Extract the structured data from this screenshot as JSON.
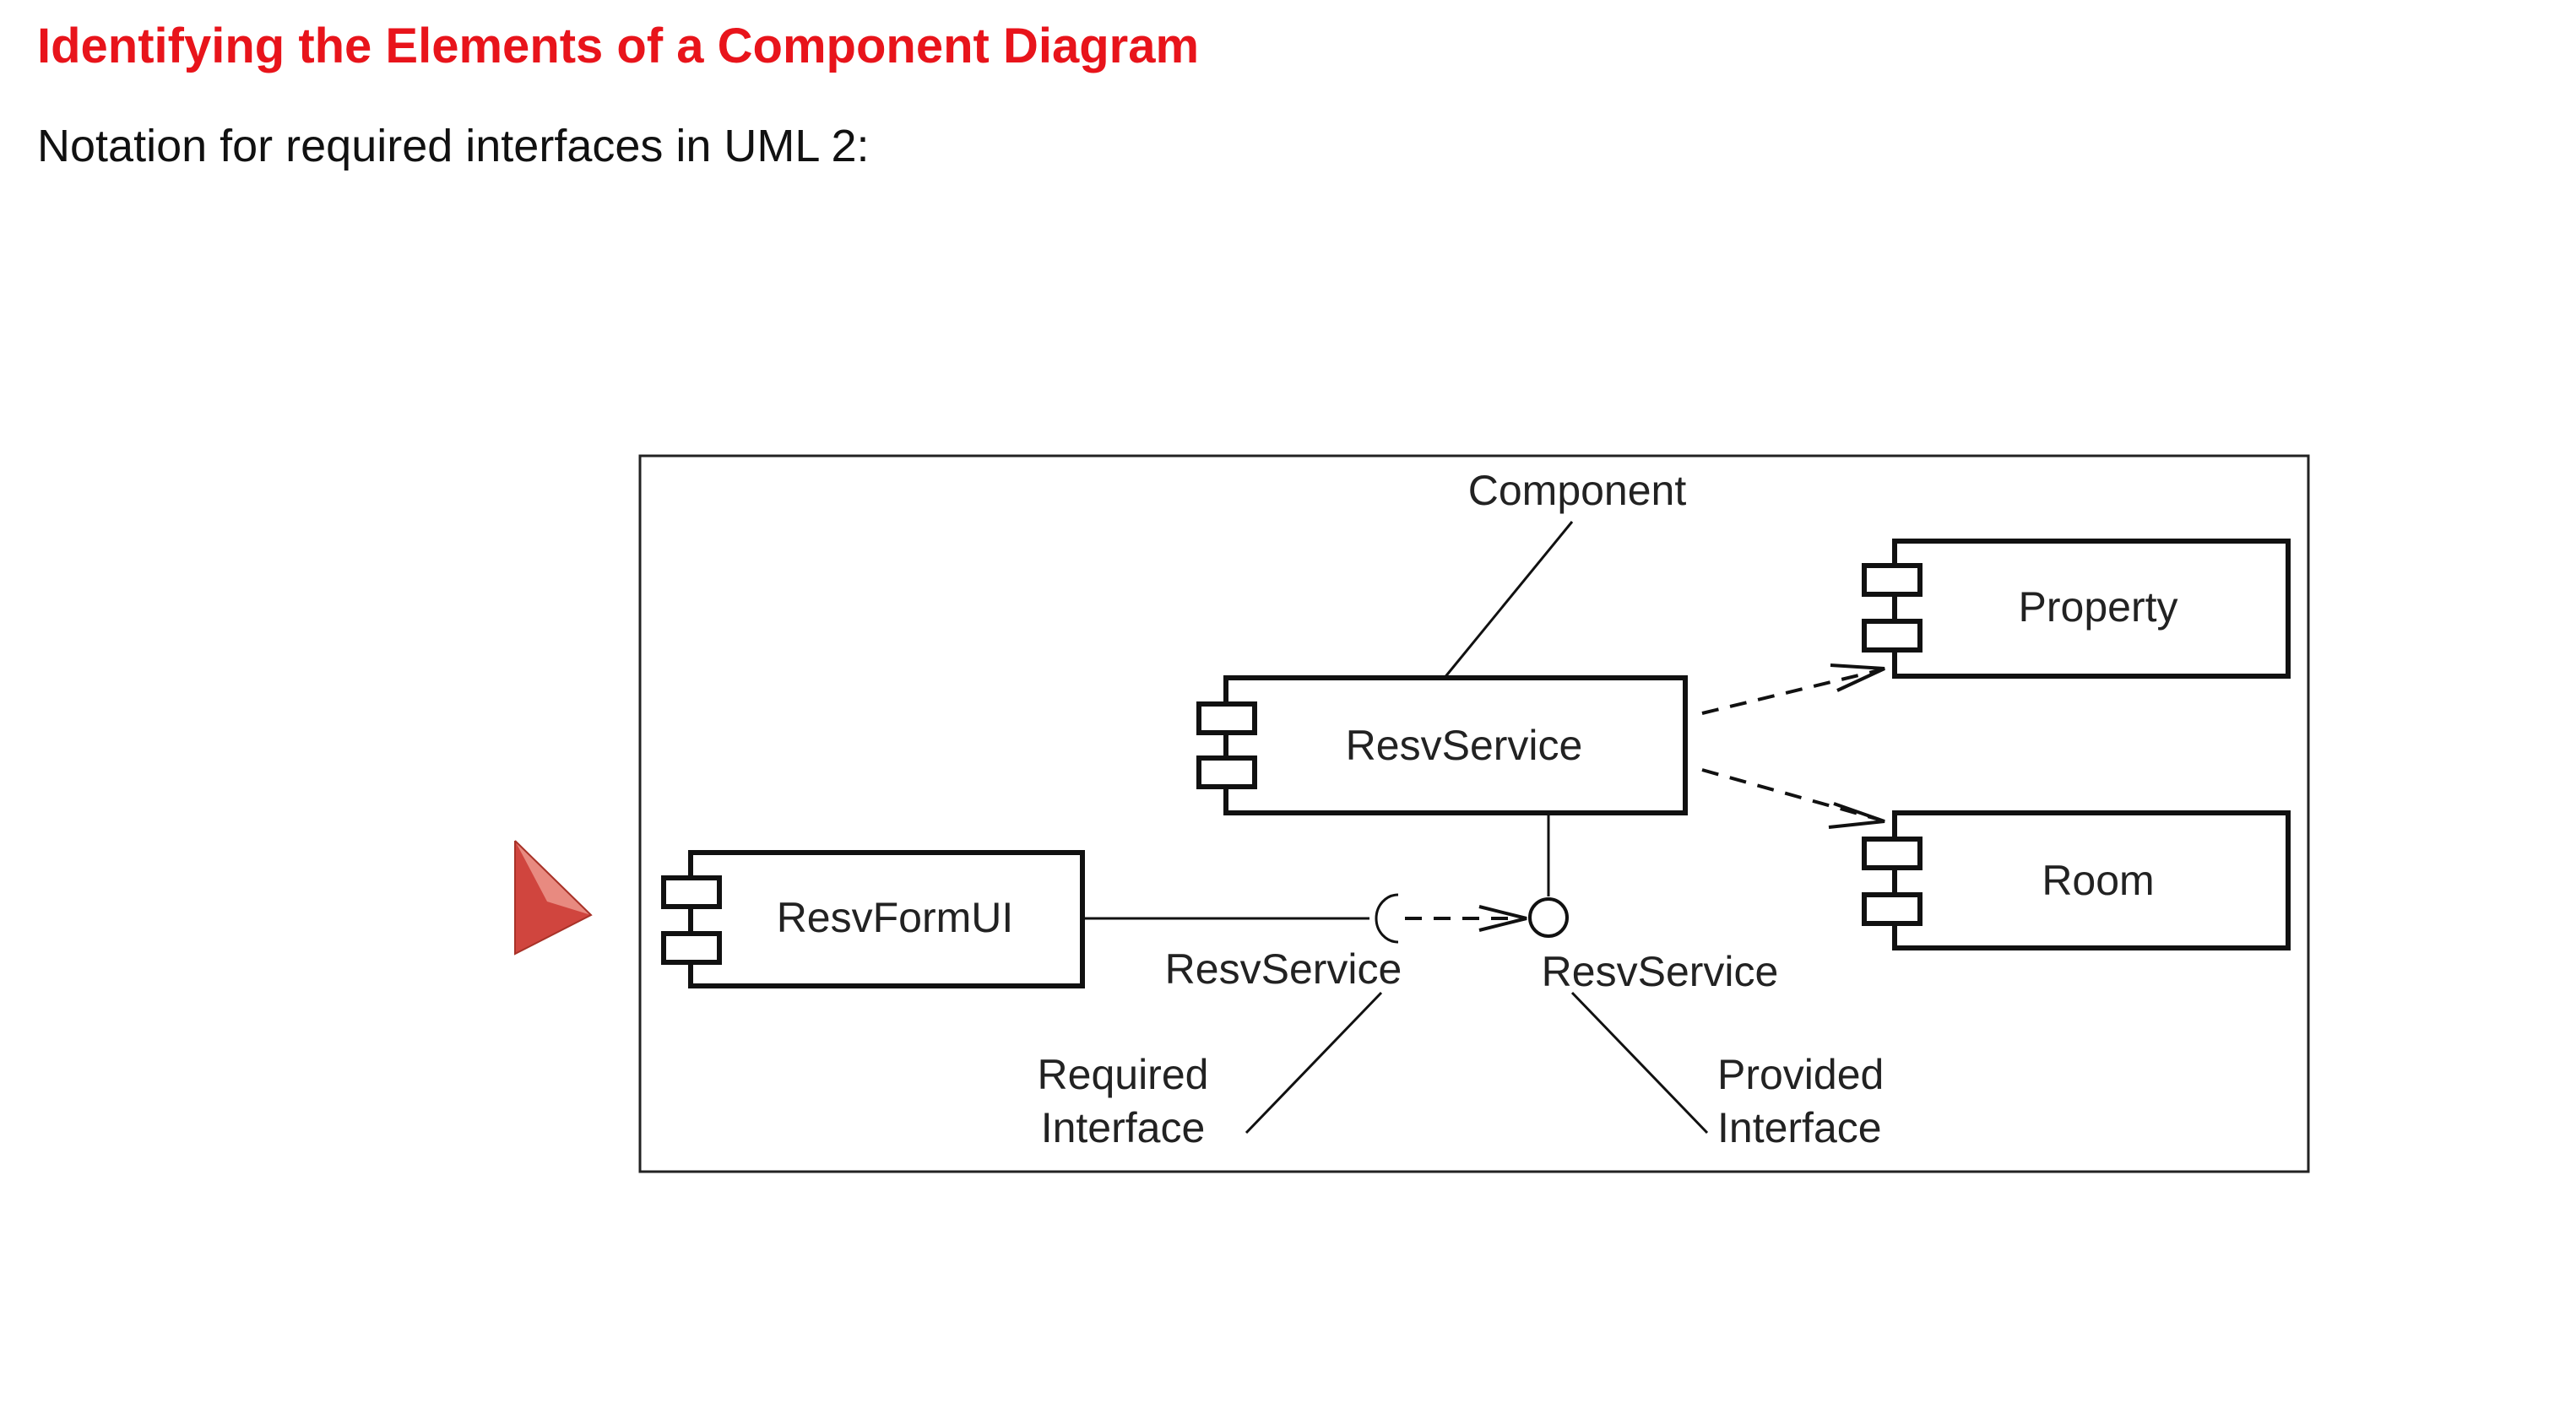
{
  "slide": {
    "title": "Identifying the Elements of a Component Diagram",
    "subtitle": "Notation for required interfaces in UML 2:",
    "title_color": "#e8141b"
  },
  "diagram": {
    "labels": {
      "component_callout": "Component",
      "required_callout_line1": "Required",
      "required_callout_line2": "Interface",
      "provided_callout_line1": "Provided",
      "provided_callout_line2": "Interface",
      "required_interface_name": "ResvService",
      "provided_interface_name": "ResvService"
    },
    "components": {
      "property": "Property",
      "resv_service": "ResvService",
      "room": "Room",
      "resv_form_ui": "ResvFormUI"
    }
  },
  "pointer": {
    "icon": "pointer-arrow-icon",
    "color": "#d0453e"
  }
}
